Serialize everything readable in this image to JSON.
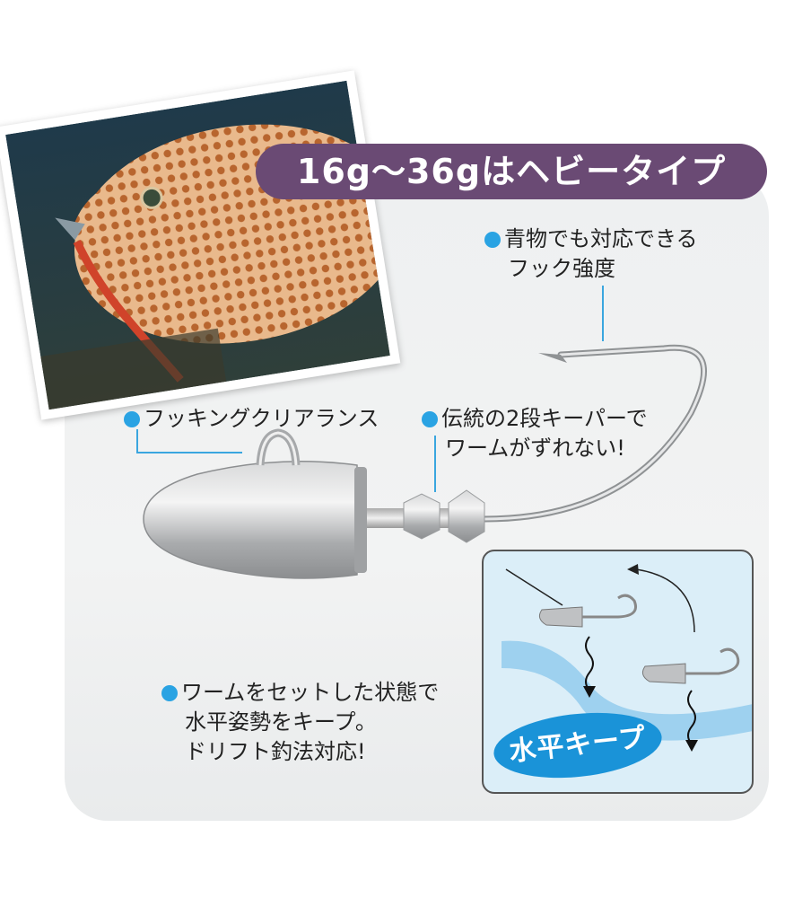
{
  "title": "16g〜36gはヘビータイプ",
  "callouts": {
    "hook_strength": [
      "青物でも対応できる",
      "フック強度"
    ],
    "hooking_clearance": "フッキングクリアランス",
    "keeper": [
      "伝統の2段キーパーで",
      "ワームがずれない!"
    ],
    "horizontal": [
      "ワームをセットした状態で",
      "水平姿勢をキープ。",
      "ドリフト釣法対応!"
    ]
  },
  "inset": {
    "badge": "水平キープ"
  },
  "colors": {
    "title_bg": "#6a4a74",
    "bullet": "#2aa3e3",
    "badge": "#1a93d8",
    "panel": "#eef0f1"
  },
  "icons": [
    "bullet-dot",
    "down-arrow",
    "curved-arrow"
  ]
}
